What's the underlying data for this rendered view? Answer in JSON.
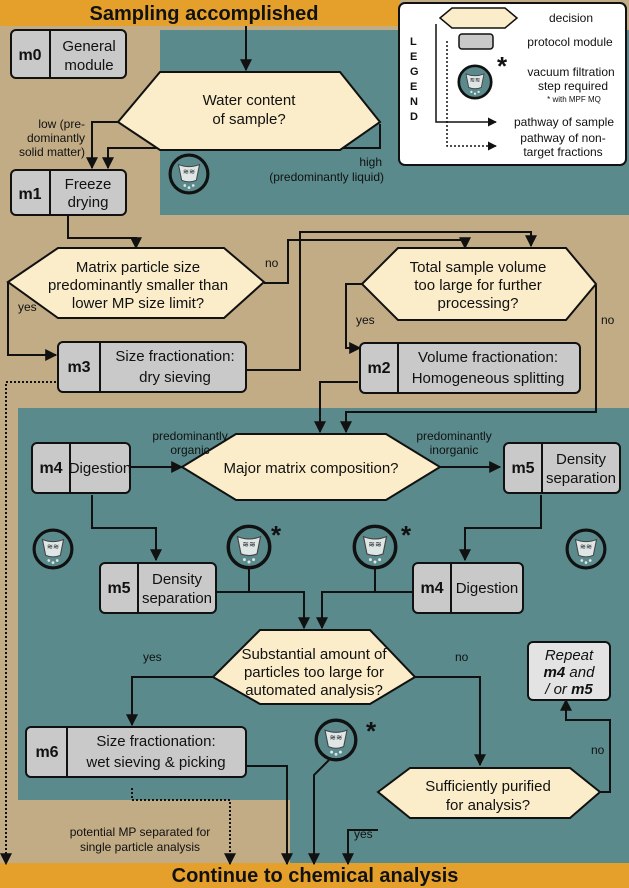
{
  "colors": {
    "tan": "#c2ac86",
    "teal": "#5a8a8c",
    "orange": "#e4a02b",
    "diamond": "#fbedc9",
    "module": "#c9c9c9"
  },
  "banner_top": "Sampling accomplished",
  "banner_bottom": "Continue to chemical analysis",
  "legend": {
    "title": "LEGEND",
    "decision": "decision",
    "module": "protocol module",
    "filter_line1": "vacuum filtration",
    "filter_line2": "step required",
    "filter_note": "* with MPF MQ",
    "pathway_sample": "pathway of sample",
    "pathway_nontarget_1": "pathway of non-",
    "pathway_nontarget_2": "target fractions"
  },
  "modules": {
    "m0": {
      "code": "m0",
      "line1": "General",
      "line2": "module"
    },
    "m1": {
      "code": "m1",
      "line1": "Freeze",
      "line2": "drying"
    },
    "m3": {
      "code": "m3",
      "line1": "Size fractionation:",
      "line2": "dry sieving"
    },
    "m2": {
      "code": "m2",
      "line1": "Volume fractionation:",
      "line2": "Homogeneous splitting"
    },
    "m4a": {
      "code": "m4",
      "line1": "Digestion"
    },
    "m5a": {
      "code": "m5",
      "line1": "Density",
      "line2": "separation"
    },
    "m5b": {
      "code": "m5",
      "line1": "Density",
      "line2": "separation"
    },
    "m4b": {
      "code": "m4",
      "line1": "Digestion"
    },
    "m6": {
      "code": "m6",
      "line1": "Size fractionation:",
      "line2": "wet sieving & picking"
    }
  },
  "decisions": {
    "water": {
      "line1": "Water content",
      "line2": "of sample?"
    },
    "matrix": {
      "line1": "Matrix particle size",
      "line2": "predominantly smaller than",
      "line3": "lower MP size limit?"
    },
    "volume": {
      "line1": "Total sample volume",
      "line2": "too large for further",
      "line3": "processing?"
    },
    "composition": {
      "line1": "Major matrix composition?"
    },
    "substantial": {
      "line1": "Substantial amount of",
      "line2": "particles too large for",
      "line3": "automated analysis?"
    },
    "purified": {
      "line1": "Sufficiently purified",
      "line2": "for analysis?"
    }
  },
  "labels": {
    "low1": "low (pre-",
    "low2": "dominantly",
    "low3": "solid matter)",
    "high1": "high",
    "high2": "(predominantly liquid)",
    "no": "no",
    "yes": "yes",
    "organic1": "predominantly",
    "organic2": "organic",
    "inorganic1": "predominantly",
    "inorganic2": "inorganic",
    "potential1": "potential MP separated for",
    "potential2": "single particle analysis"
  },
  "repeat": {
    "line1": "Repeat",
    "line2a": "m4",
    "line2b": " and",
    "line3a": "/ or ",
    "line3b": "m5"
  },
  "asterisk": "*"
}
